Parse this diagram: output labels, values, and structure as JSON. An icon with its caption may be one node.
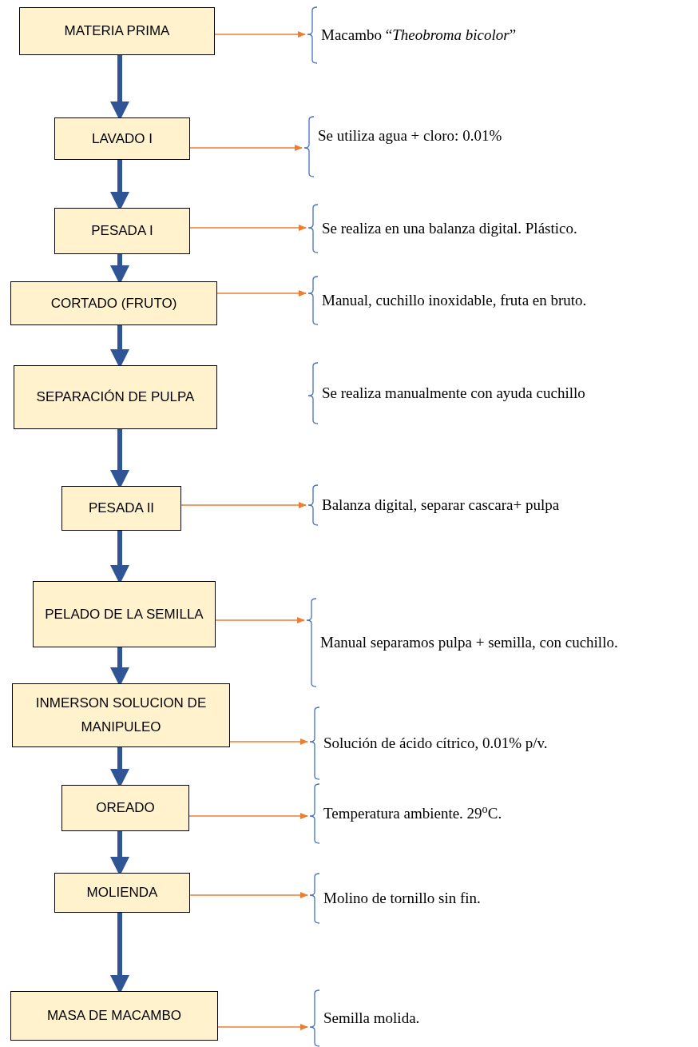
{
  "diagram": {
    "nodes": [
      {
        "text": [
          "MATERIA PRIMA"
        ]
      },
      {
        "text": [
          "LAVADO I"
        ]
      },
      {
        "text": [
          "PESADA I"
        ]
      },
      {
        "text": [
          "CORTADO (FRUTO)"
        ]
      },
      {
        "text": [
          "SEPARACIÓN DE PULPA"
        ]
      },
      {
        "text": [
          "PESADA II"
        ]
      },
      {
        "text": [
          "PELADO DE LA SEMILLA"
        ]
      },
      {
        "text": [
          "INMERSON SOLUCION DE MANIPULEO"
        ]
      },
      {
        "text": [
          "OREADO"
        ]
      },
      {
        "text": [
          "MOLIENDA"
        ]
      },
      {
        "text": [
          "MASA DE MACAMBO"
        ]
      },
      {
        "text": [
          "Macambo “*Theobroma bicolor*”"
        ]
      },
      {
        "text": [
          "Se utiliza agua + cloro: 0.01%"
        ]
      },
      {
        "text": [
          "Se realiza en una balanza digital. Plástico."
        ]
      },
      {
        "text": [
          "Manual, cuchillo inoxidable, fruta en bruto."
        ]
      },
      {
        "text": [
          "Se realiza manualmente con ayuda cuchillo"
        ]
      },
      {
        "text": [
          "Balanza digital, separar cascara+ pulpa"
        ]
      },
      {
        "text": [
          "Manual separamos pulpa + semilla, con cuchillo."
        ]
      },
      {
        "text": [
          "Solución de ácido cítrico, 0.01% p/v."
        ]
      },
      {
        "text": [
          "Temperatura ambiente. 29$^{o}$C."
        ]
      },
      {
        "text": [
          "Molino de tornillo sin fin."
        ]
      },
      {
        "text": [
          "Semilla molida."
        ]
      }
    ],
    "edges": [
      {
        "from": 0,
        "to": 1,
        "arrow": "to",
        "style": "thick",
        "color": "#2f5597"
      },
      {
        "from": 1,
        "to": 2,
        "arrow": "to",
        "style": "thick",
        "color": "#2f5597"
      },
      {
        "from": 2,
        "to": 3,
        "arrow": "to",
        "style": "thick",
        "color": "#2f5597"
      },
      {
        "from": 3,
        "to": 4,
        "arrow": "to",
        "style": "thick",
        "color": "#2f5597"
      },
      {
        "from": 4,
        "to": 5,
        "arrow": "to",
        "style": "thick",
        "color": "#2f5597"
      },
      {
        "from": 5,
        "to": 6,
        "arrow": "to",
        "style": "thick",
        "color": "#2f5597"
      },
      {
        "from": 6,
        "to": 7,
        "arrow": "to",
        "style": "thick",
        "color": "#2f5597"
      },
      {
        "from": 7,
        "to": 8,
        "arrow": "to",
        "style": "thick",
        "color": "#2f5597"
      },
      {
        "from": 8,
        "to": 9,
        "arrow": "to",
        "style": "thick",
        "color": "#2f5597"
      },
      {
        "from": 9,
        "to": 10,
        "arrow": "to",
        "style": "thick",
        "color": "#2f5597"
      },
      {
        "from": 0,
        "to": 11,
        "arrow": "to",
        "color": "#ed7d31"
      },
      {
        "from": 1,
        "to": 12,
        "arrow": "to",
        "color": "#ed7d31"
      },
      {
        "from": 2,
        "to": 13,
        "arrow": "to",
        "color": "#ed7d31"
      },
      {
        "from": 3,
        "to": 14,
        "arrow": "to",
        "color": "#ed7d31"
      },
      {
        "from": 5,
        "to": 16,
        "arrow": "to",
        "color": "#ed7d31"
      },
      {
        "from": 6,
        "to": 17,
        "arrow": "to",
        "color": "#ed7d31"
      },
      {
        "from": 7,
        "to": 18,
        "arrow": "to",
        "color": "#ed7d31"
      },
      {
        "from": 8,
        "to": 19,
        "arrow": "to",
        "color": "#ed7d31"
      },
      {
        "from": 9,
        "to": 20,
        "arrow": "to",
        "color": "#ed7d31"
      },
      {
        "from": 10,
        "to": 21,
        "arrow": "to",
        "color": "#ed7d31"
      }
    ]
  }
}
